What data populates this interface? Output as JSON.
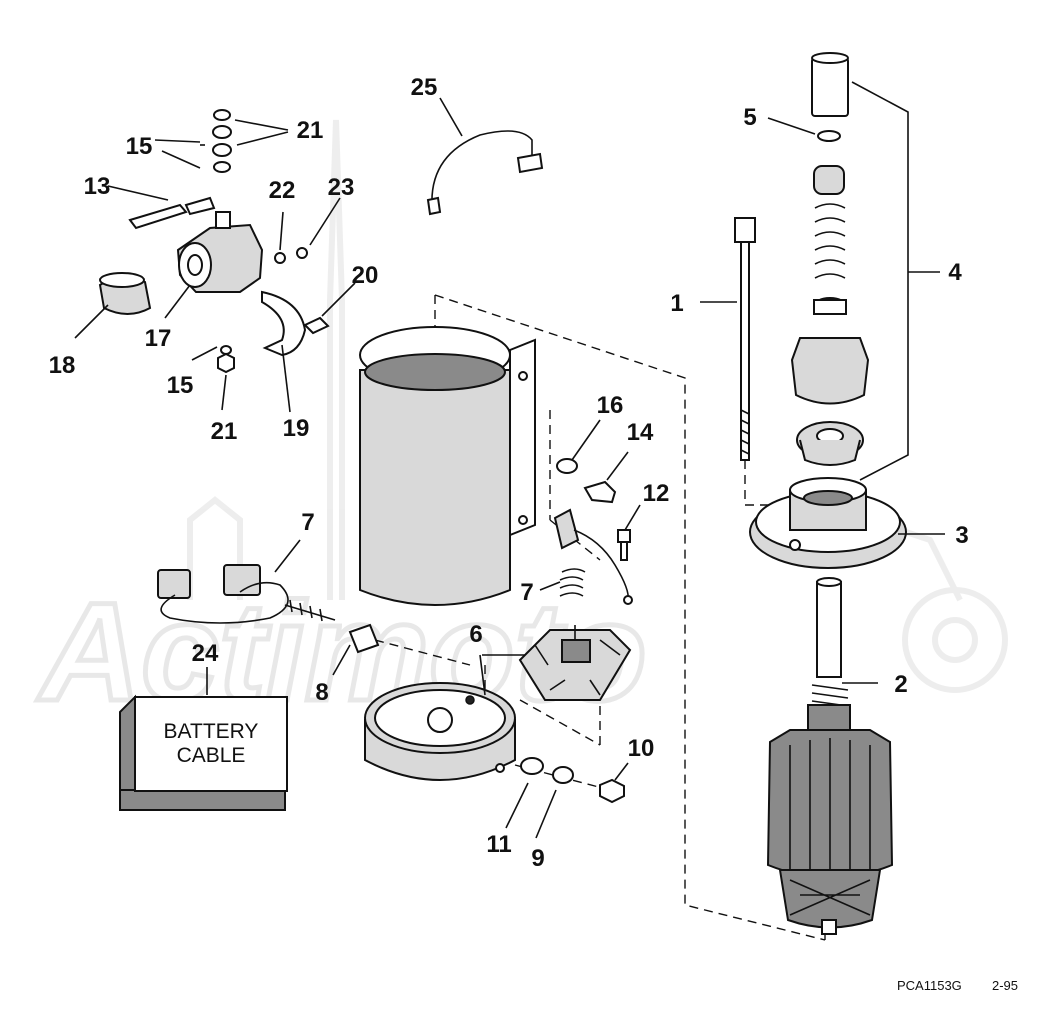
{
  "callouts": {
    "c1": "1",
    "c2": "2",
    "c3": "3",
    "c4": "4",
    "c5": "5",
    "c6": "6",
    "c7a": "7",
    "c7b": "7",
    "c8": "8",
    "c9": "9",
    "c10": "10",
    "c11": "11",
    "c12": "12",
    "c13": "13",
    "c14": "14",
    "c15a": "15",
    "c15b": "15",
    "c16": "16",
    "c17": "17",
    "c18": "18",
    "c19": "19",
    "c20": "20",
    "c21a": "21",
    "c21b": "21",
    "c22": "22",
    "c23": "23",
    "c24": "24",
    "c25": "25"
  },
  "battery_cable": {
    "line1": "BATTERY",
    "line2": "CABLE"
  },
  "footer": {
    "code": "PCA1153G",
    "date": "2-95"
  },
  "watermark": {
    "text": "Actimoto"
  }
}
